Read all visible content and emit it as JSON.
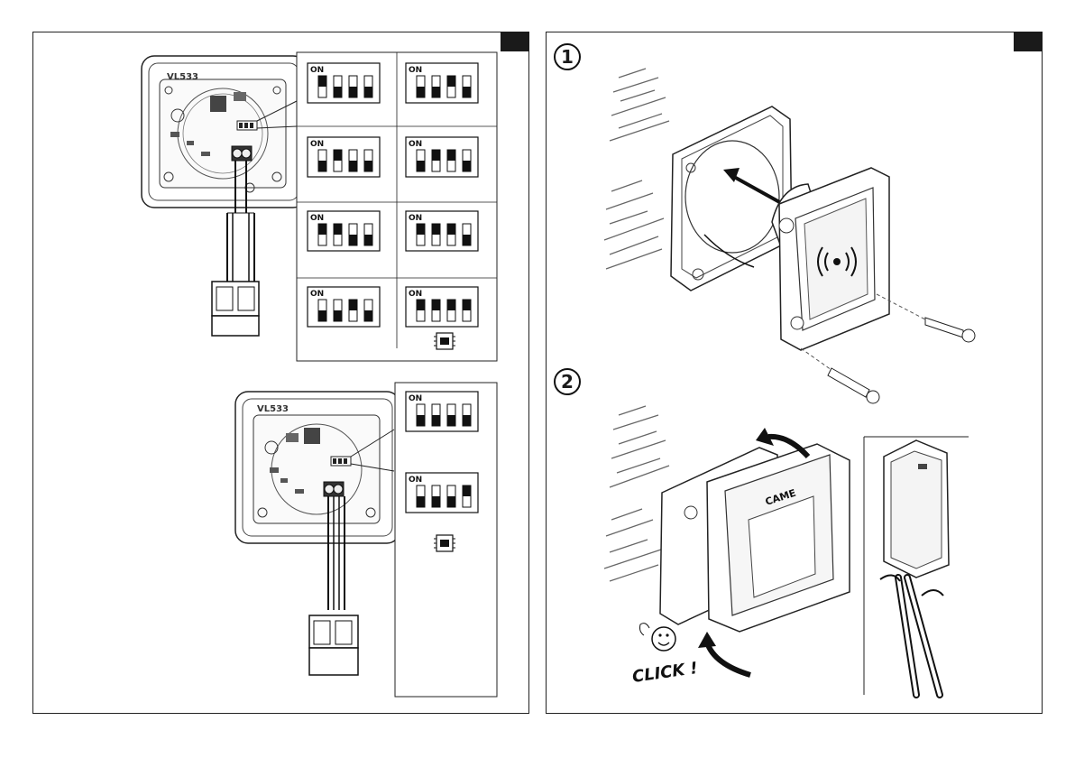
{
  "left_page": {
    "device_model": "VL533",
    "device_model_lower": "VL533",
    "dip_on_label": "ON",
    "dip_panels_top": [
      {
        "switches": [
          1,
          0,
          0,
          0
        ]
      },
      {
        "switches": [
          0,
          0,
          1,
          0
        ]
      },
      {
        "switches": [
          0,
          1,
          0,
          0
        ]
      },
      {
        "switches": [
          0,
          1,
          1,
          0
        ]
      },
      {
        "switches": [
          1,
          1,
          0,
          0
        ]
      },
      {
        "switches": [
          1,
          1,
          1,
          0
        ]
      },
      {
        "switches": [
          0,
          0,
          1,
          0
        ]
      },
      {
        "switches": [
          1,
          1,
          1,
          1
        ]
      }
    ],
    "dip_panels_bottom": [
      {
        "switches": [
          0,
          0,
          0,
          0
        ]
      },
      {
        "switches": [
          0,
          0,
          0,
          1
        ]
      }
    ]
  },
  "right_page": {
    "step_1": "1",
    "step_2": "2",
    "brand_label": "CAME",
    "click_text": "CLICK !"
  }
}
